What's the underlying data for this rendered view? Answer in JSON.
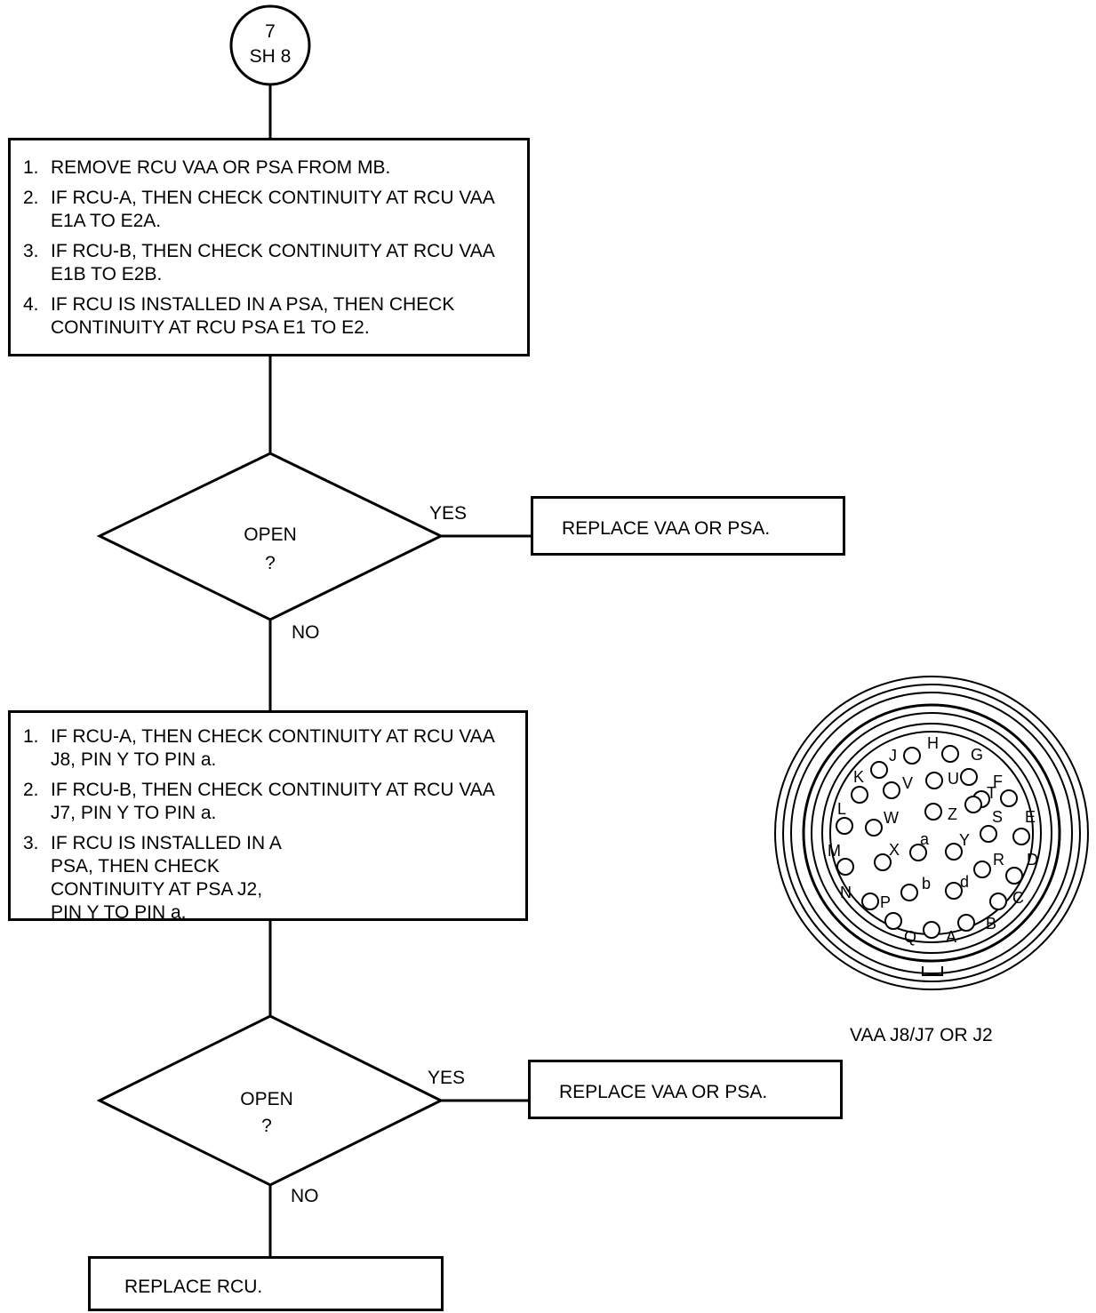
{
  "connector": {
    "line1": "7",
    "line2": "SH 8"
  },
  "step_box_1": {
    "steps": [
      {
        "num": "1.",
        "text": "REMOVE RCU VAA OR PSA FROM MB."
      },
      {
        "num": "2.",
        "text": "IF RCU-A, THEN CHECK CONTINUITY AT RCU VAA E1A TO E2A."
      },
      {
        "num": "3.",
        "text": "IF RCU-B, THEN CHECK CONTINUITY AT RCU VAA E1B TO E2B."
      },
      {
        "num": "4.",
        "text": "IF RCU IS INSTALLED IN A PSA, THEN CHECK CONTINUITY AT RCU PSA E1 TO E2."
      }
    ]
  },
  "decision_1": {
    "question_line1": "OPEN",
    "question_line2": "?",
    "yes": "YES",
    "no": "NO"
  },
  "action_1": {
    "text": "REPLACE VAA OR PSA."
  },
  "step_box_2": {
    "steps": [
      {
        "num": "1.",
        "text": "IF RCU-A, THEN CHECK CONTINUITY AT RCU VAA J8, PIN Y TO PIN a."
      },
      {
        "num": "2.",
        "text": "IF RCU-B, THEN CHECK CONTINUITY AT RCU VAA J7, PIN Y TO PIN a."
      },
      {
        "num": "3.",
        "text": "IF RCU IS INSTALLED IN A PSA, THEN CHECK CONTINUITY AT PSA J2, PIN Y TO PIN a."
      }
    ]
  },
  "decision_2": {
    "question_line1": "OPEN",
    "question_line2": "?",
    "yes": "YES",
    "no": "NO"
  },
  "action_2": {
    "text": "REPLACE VAA OR PSA."
  },
  "final_action": {
    "text": "REPLACE RCU."
  },
  "connector_diagram": {
    "caption": "VAA J8/J7 OR J2",
    "pin_labels": [
      "H",
      "G",
      "J",
      "F",
      "K",
      "U",
      "V",
      "T",
      "E",
      "L",
      "S",
      "W",
      "Z",
      "M",
      "a",
      "Y",
      "D",
      "X",
      "R",
      "N",
      "b",
      "d",
      "C",
      "P",
      "B",
      "Q",
      "A"
    ]
  }
}
